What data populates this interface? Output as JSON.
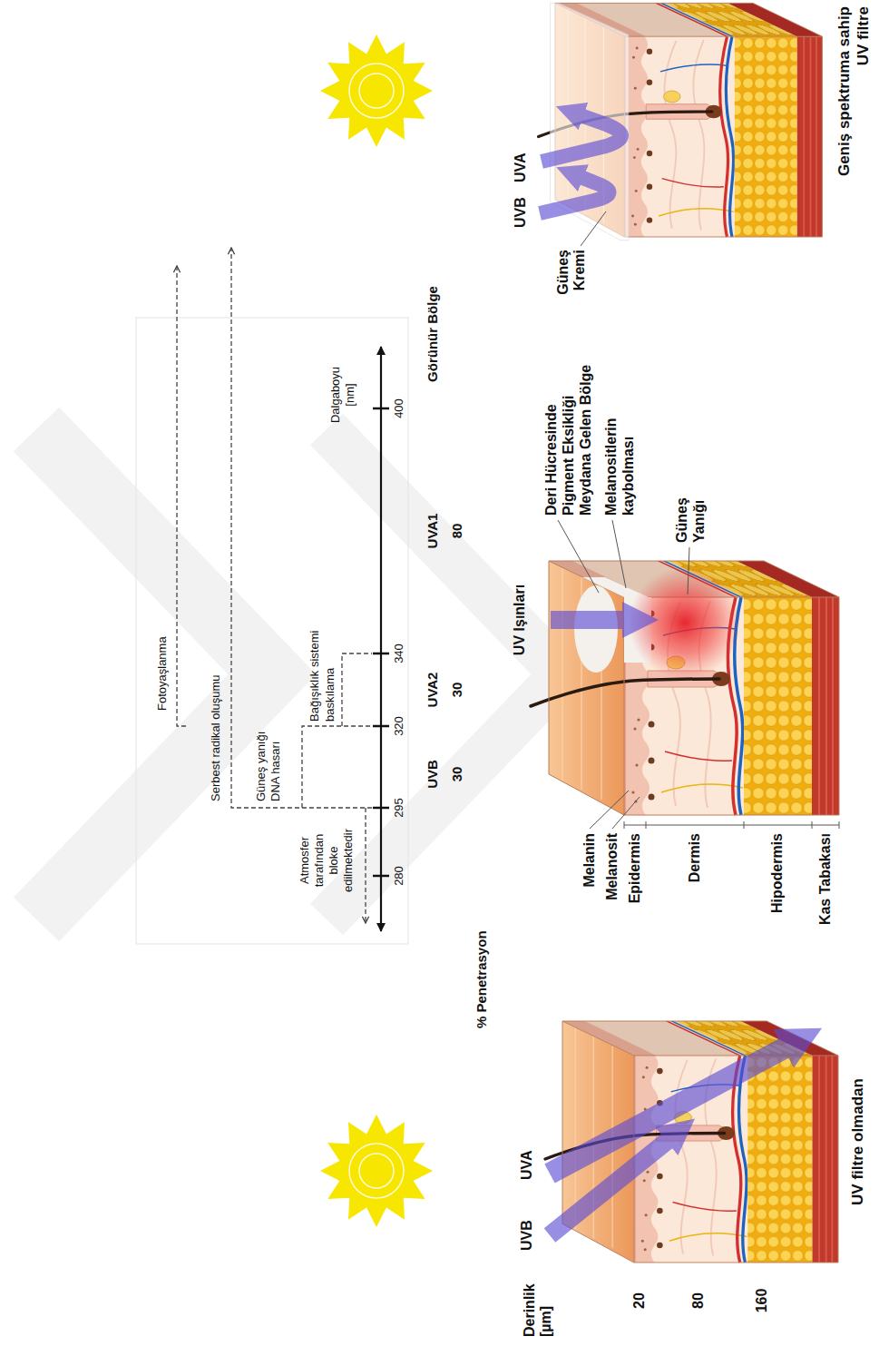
{
  "diagram": {
    "labels": [
      "Fotoyaşlanma",
      "Serbest radikal oluşumu",
      "Güneş yanığı DNA hasarı",
      "Atmosfer tarafından bloke edilmektedir",
      "Bağışıklık sistemi baskılama",
      "Dalgaboyu [nm]",
      "280",
      "295",
      "320",
      "340",
      "400",
      "% Penetrasyon",
      "UVB",
      "30",
      "UVA2",
      "30",
      "UVA1",
      "80",
      "Görünür Bölge",
      "Derinlik [µm]",
      "UVB",
      "UVA",
      "20",
      "80",
      "160",
      "UV filtre olmadan",
      "Melanin",
      "Melanosit",
      "Epidermis",
      "Dermis",
      "Hipodermis",
      "Kas Tabakası",
      "UV Işınları",
      "Deri Hücresinde Pigment Eksikliği Meydana Gelen Bölge",
      "Melanositlerin kaybolması",
      "Güneş Yanığı",
      "Güneş Kremi",
      "UVB",
      "UVA",
      "Geniş spektruma sahip UV filtre"
    ]
  }
}
